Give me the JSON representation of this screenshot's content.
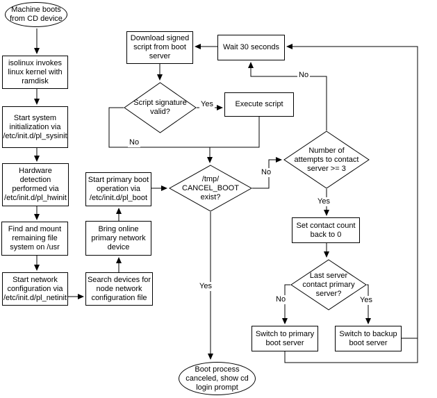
{
  "diagram": {
    "type": "flowchart",
    "colors": {
      "background": "#ffffff",
      "stroke": "#000000",
      "text": "#000000"
    },
    "nodes": [
      {
        "id": "machine-boots-cd",
        "shape": "terminator",
        "label": "Machine boots\nfrom CD device"
      },
      {
        "id": "isolinux-invokes",
        "shape": "process",
        "label": "isolinux invokes\nlinux kernel with\nramdisk"
      },
      {
        "id": "start-sysinit",
        "shape": "process",
        "label": "Start system\ninitialization via\n/etc/init.d/pl_sysinit"
      },
      {
        "id": "hardware-detection",
        "shape": "process",
        "label": "Hardware\ndetection\nperformed via\n/etc/init.d/pl_hwinit"
      },
      {
        "id": "find-mount-usr",
        "shape": "process",
        "label": "Find and mount\nremaining file\nsystem on /usr"
      },
      {
        "id": "start-netinit",
        "shape": "process",
        "label": "Start network\nconfiguration via\n/etc/init.d/pl_netinit"
      },
      {
        "id": "search-devices",
        "shape": "process",
        "label": "Search devices for\nnode network\nconfiguration file"
      },
      {
        "id": "bring-online-device",
        "shape": "process",
        "label": "Bring online\nprimary network\ndevice"
      },
      {
        "id": "start-pl-boot",
        "shape": "process",
        "label": "Start primary boot\noperation via\n/etc/init.d/pl_boot"
      },
      {
        "id": "download-script",
        "shape": "process",
        "label": "Download signed\nscript from boot\nserver"
      },
      {
        "id": "wait-30-seconds",
        "shape": "process",
        "label": "Wait 30 seconds"
      },
      {
        "id": "script-signature-valid",
        "shape": "decision",
        "label": "Script signature\nvalid?"
      },
      {
        "id": "execute-script",
        "shape": "process",
        "label": "Execute script"
      },
      {
        "id": "cancel-boot-exist",
        "shape": "decision",
        "label": "/tmp/\nCANCEL_BOOT\nexist?"
      },
      {
        "id": "attempts-to-contact",
        "shape": "decision",
        "label": "Number of\nattempts to contact\nserver >= 3"
      },
      {
        "id": "set-contact-count",
        "shape": "process",
        "label": "Set contact count\nback to 0"
      },
      {
        "id": "last-server-primary",
        "shape": "decision",
        "label": "Last server\ncontact primary\nserver?"
      },
      {
        "id": "switch-primary",
        "shape": "process",
        "label": "Switch to primary\nboot server"
      },
      {
        "id": "switch-backup",
        "shape": "process",
        "label": "Switch to backup\nboot server"
      },
      {
        "id": "boot-canceled",
        "shape": "terminator",
        "label": "Boot process\ncanceled, show cd\nlogin prompt"
      }
    ],
    "edges": [
      {
        "from": "machine-boots-cd",
        "to": "isolinux-invokes"
      },
      {
        "from": "isolinux-invokes",
        "to": "start-sysinit"
      },
      {
        "from": "start-sysinit",
        "to": "hardware-detection"
      },
      {
        "from": "hardware-detection",
        "to": "find-mount-usr"
      },
      {
        "from": "find-mount-usr",
        "to": "start-netinit"
      },
      {
        "from": "start-netinit",
        "to": "search-devices"
      },
      {
        "from": "search-devices",
        "to": "bring-online-device"
      },
      {
        "from": "bring-online-device",
        "to": "start-pl-boot"
      },
      {
        "from": "start-pl-boot",
        "to": "cancel-boot-exist"
      },
      {
        "from": "wait-30-seconds",
        "to": "download-script"
      },
      {
        "from": "download-script",
        "to": "script-signature-valid"
      },
      {
        "from": "script-signature-valid",
        "to": "execute-script",
        "label": "Yes"
      },
      {
        "from": "script-signature-valid",
        "to": "cancel-boot-exist",
        "label": "No"
      },
      {
        "from": "execute-script",
        "to": "cancel-boot-exist"
      },
      {
        "from": "cancel-boot-exist",
        "to": "attempts-to-contact",
        "label": "No"
      },
      {
        "from": "cancel-boot-exist",
        "to": "boot-canceled",
        "label": "Yes"
      },
      {
        "from": "attempts-to-contact",
        "to": "wait-30-seconds",
        "label": "No"
      },
      {
        "from": "attempts-to-contact",
        "to": "set-contact-count",
        "label": "Yes"
      },
      {
        "from": "set-contact-count",
        "to": "last-server-primary"
      },
      {
        "from": "last-server-primary",
        "to": "switch-primary",
        "label": "No"
      },
      {
        "from": "last-server-primary",
        "to": "switch-backup",
        "label": "Yes"
      },
      {
        "from": "switch-primary",
        "to": "wait-30-seconds"
      },
      {
        "from": "switch-backup",
        "to": "wait-30-seconds"
      }
    ]
  }
}
